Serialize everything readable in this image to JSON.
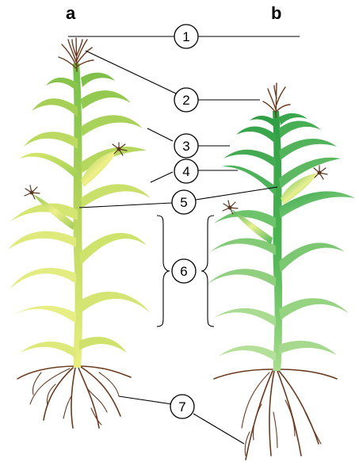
{
  "panels": {
    "left": "a",
    "right": "b"
  },
  "callouts": [
    "1",
    "2",
    "3",
    "4",
    "5",
    "6",
    "7"
  ],
  "colors": {
    "plant_a_light": "#e4ec7c",
    "plant_a_mid": "#b8d65a",
    "plant_a_dark": "#7cbf48",
    "plant_b_light": "#b8e4a0",
    "plant_b_mid": "#5cc05a",
    "plant_b_dark": "#1f9a3c",
    "root": "#6b3a1e"
  }
}
